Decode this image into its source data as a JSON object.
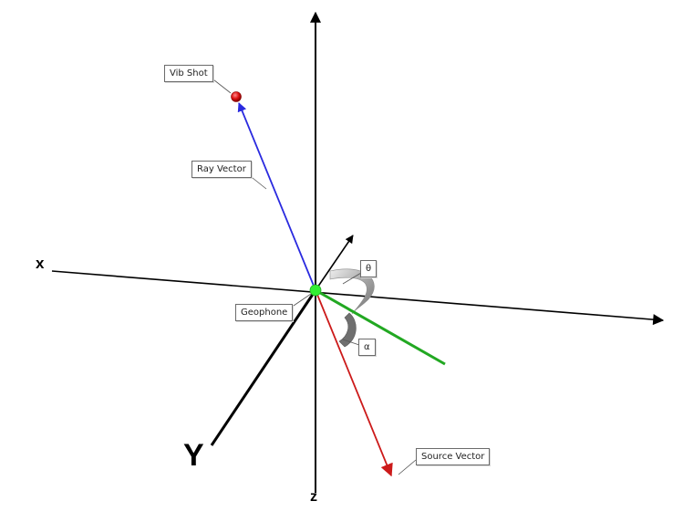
{
  "axes": {
    "x_label": "x",
    "y_label": "Y",
    "z_label": "z"
  },
  "labels": {
    "vib_shot": "Vib Shot",
    "ray_vector": "Ray Vector",
    "geophone": "Geophone",
    "theta": "θ",
    "alpha": "α",
    "source_vector": "Source Vector"
  },
  "colors": {
    "axis": "#000000",
    "ray_vector": "#2a2adf",
    "source_vector": "#cc1a1a",
    "component": "#22a822",
    "geophone": "#33ee33",
    "vib_shot": "#dd1111",
    "angle_ribbon": "#9a9a9a"
  }
}
